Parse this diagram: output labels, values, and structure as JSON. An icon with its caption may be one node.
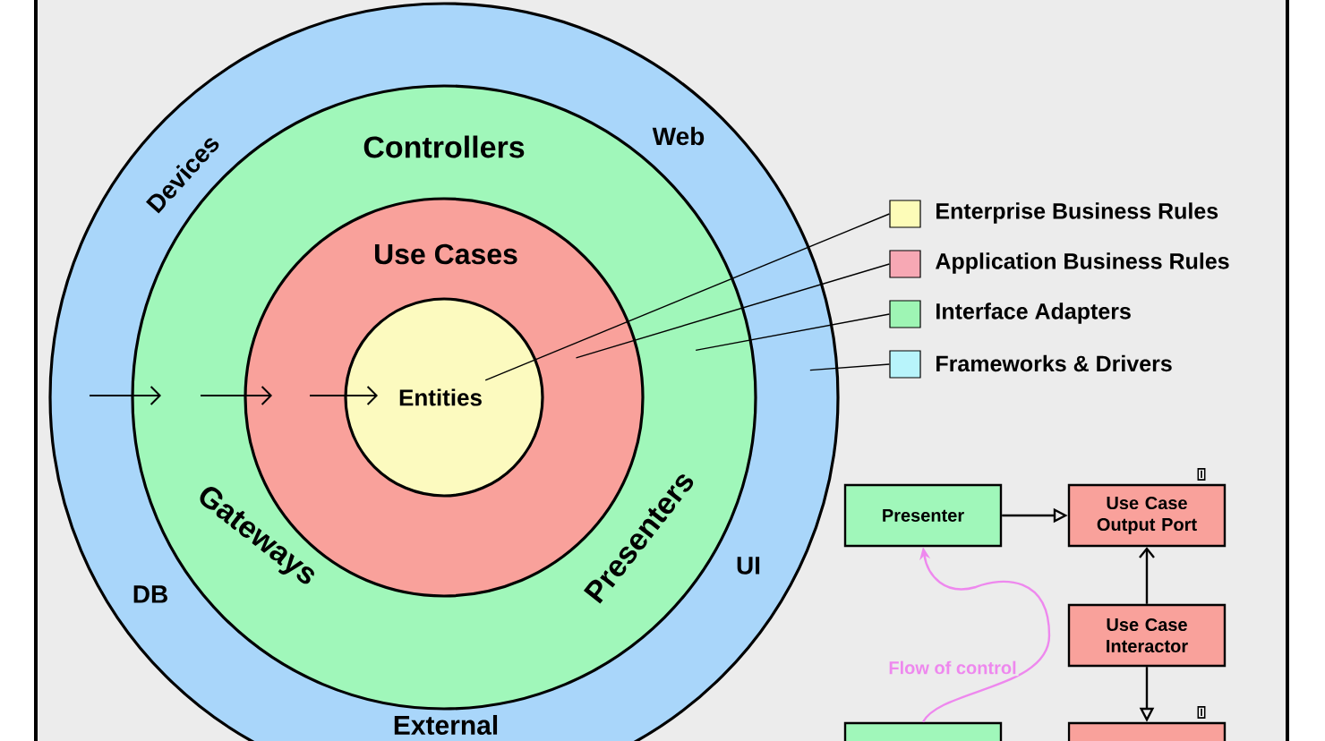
{
  "diagram": {
    "nodes": [
      {
        "text": [
          "Devices",
          "Web",
          "DB",
          "UI",
          "External"
        ]
      },
      {
        "text": [
          "Controllers",
          "Gateways",
          "Presenters"
        ],
        "in": 0
      },
      {
        "text": [
          "Use Cases"
        ],
        "in": 1
      },
      {
        "text": [
          "Entities"
        ],
        "in": 2
      },
      {
        "text": [
          "Presenter"
        ]
      },
      {
        "text": [
          "Use Case Output Port"
        ],
        "beside": [
          "I"
        ]
      },
      {
        "text": [
          "Use Case Interactor"
        ]
      },
      {
        "text": [],
        "shape": "box"
      },
      {
        "text": [],
        "shape": "box",
        "beside": [
          "I"
        ]
      },
      {
        "text": [],
        "shape": "box"
      },
      {
        "text": [],
        "shape": "box"
      },
      {
        "text": [],
        "shape": "box"
      },
      {
        "text": [],
        "shape": "box"
      }
    ],
    "edges": [
      {
        "from": 4,
        "to": 5,
        "arrow": "to"
      },
      {
        "from": 6,
        "to": 5,
        "arrow": "to"
      },
      {
        "from": 6,
        "to": 8,
        "arrow": "to"
      },
      {
        "from": 7,
        "to": 4,
        "arrow": "to",
        "label": "Flow of control",
        "color": "#ee88ee"
      },
      {
        "from": 9,
        "to": 3,
        "arrow": "none"
      },
      {
        "from": 10,
        "to": 2,
        "arrow": "none"
      },
      {
        "from": 11,
        "to": 1,
        "arrow": "none"
      },
      {
        "from": 12,
        "to": 0,
        "arrow": "none"
      }
    ],
    "legend": [
      {
        "text": "Enterprise Business Rules",
        "color": "#fdfcb8"
      },
      {
        "text": "Application Business Rules",
        "color": "#f7a8b4"
      },
      {
        "text": "Interface Adapters",
        "color": "#9ef5b4"
      },
      {
        "text": "Frameworks & Drivers",
        "color": "#b8f4fb"
      }
    ]
  }
}
